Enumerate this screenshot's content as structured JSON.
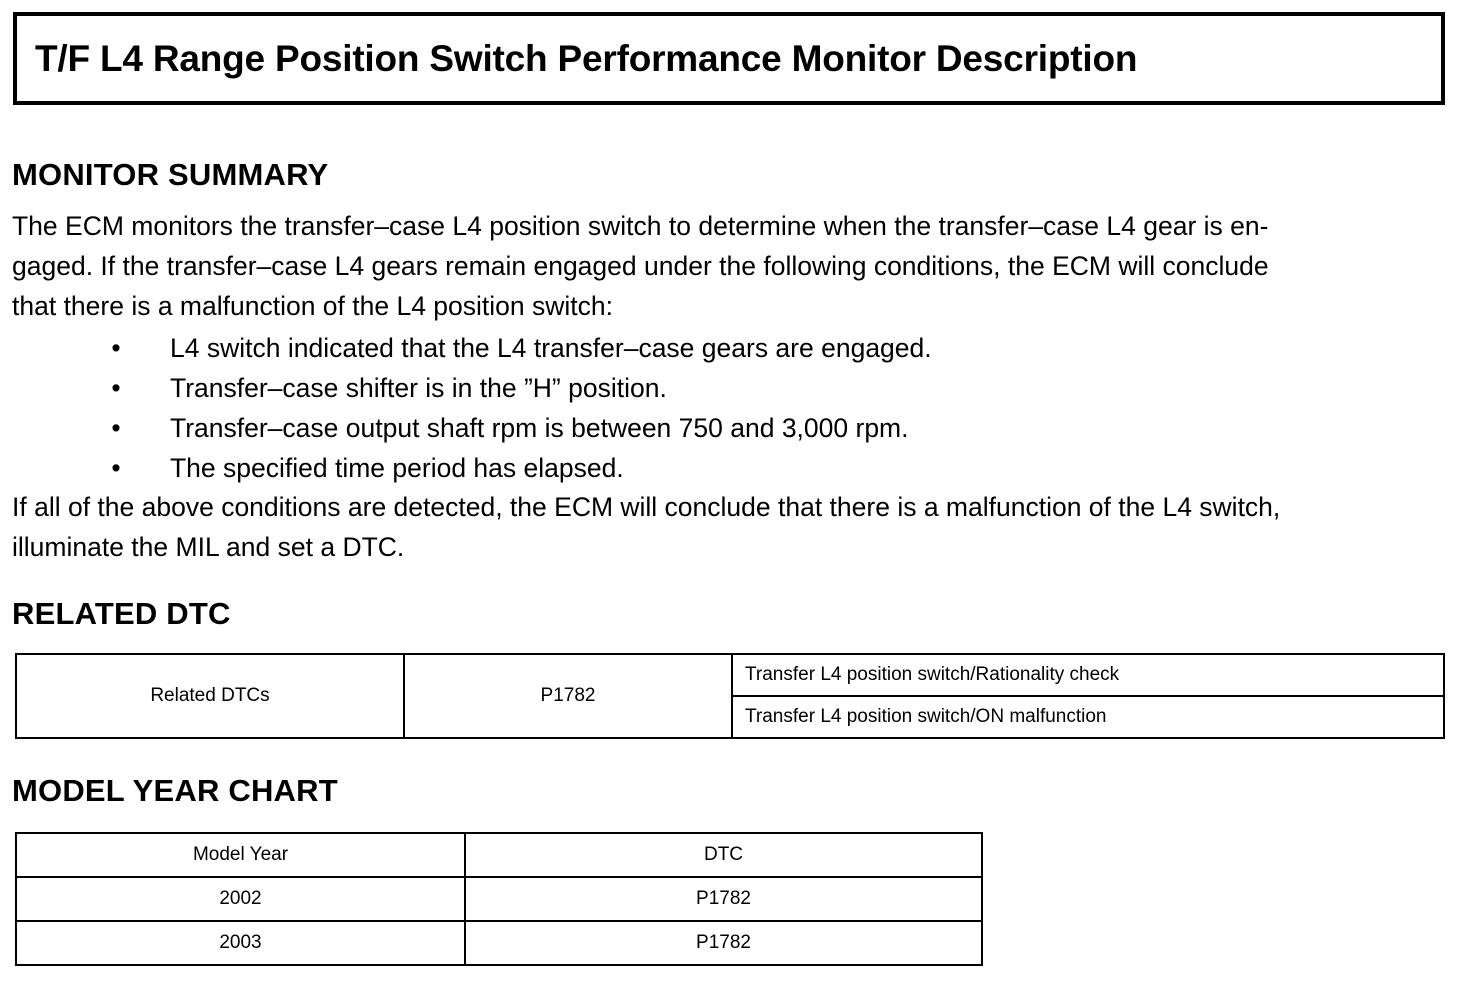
{
  "document": {
    "title": "T/F L4 Range Position Switch Performance Monitor Description"
  },
  "monitor_summary": {
    "heading": "MONITOR SUMMARY",
    "intro_lines": [
      "The ECM monitors the transfer–case L4 position switch to determine when the transfer–case L4 gear is en-",
      "gaged. If the transfer–case L4 gears remain engaged under the following conditions, the ECM will conclude",
      "that there is a malfunction of the L4 position switch:"
    ],
    "bullet_marker": "•",
    "bullets": [
      "L4 switch indicated that the L4 transfer–case gears are engaged.",
      "Transfer–case shifter is in the ”H” position.",
      "Transfer–case output shaft rpm is between 750 and 3,000 rpm.",
      "The specified time period has elapsed."
    ],
    "conclusion_lines": [
      "If all of the above conditions are detected, the ECM will conclude that there is a malfunction of the L4 switch,",
      "illuminate the MIL and set a DTC."
    ]
  },
  "related_dtc": {
    "heading": "RELATED DTC",
    "row_label": "Related DTCs",
    "code": "P1782",
    "descriptions": [
      "Transfer L4 position switch/Rationality check",
      "Transfer L4 position switch/ON malfunction"
    ]
  },
  "model_year_chart": {
    "heading": "MODEL YEAR CHART",
    "columns": [
      "Model Year",
      "DTC"
    ],
    "rows": [
      {
        "model_year": "2002",
        "dtc": "P1782"
      },
      {
        "model_year": "2003",
        "dtc": "P1782"
      }
    ]
  }
}
